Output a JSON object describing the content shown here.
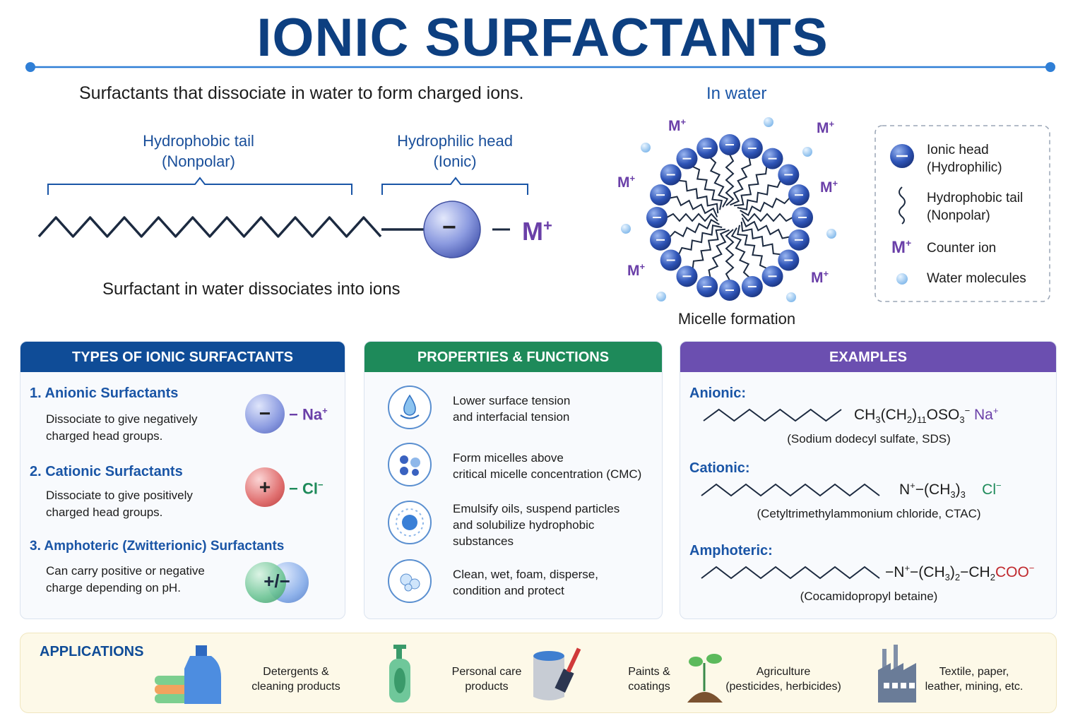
{
  "title": "IONIC SURFACTANTS",
  "subtitle": "Surfactants that dissociate in water to form charged ions.",
  "diagram": {
    "tail_label_1": "Hydrophobic tail",
    "tail_label_2": "(Nonpolar)",
    "head_label_1": "Hydrophilic head",
    "head_label_2": "(Ionic)",
    "head_charge": "−",
    "counter_ion": "M",
    "counter_ion_charge": "+",
    "caption": "Surfactant in water dissociates into ions"
  },
  "micelle": {
    "heading": "In water",
    "caption": "Micelle formation",
    "ion_label": "M",
    "ion_charge": "+",
    "head_count": 20
  },
  "legend": [
    {
      "label_1": "Ionic head",
      "label_2": "(Hydrophilic)"
    },
    {
      "label_1": "Hydrophobic tail",
      "label_2": "(Nonpolar)"
    },
    {
      "symbol": "M",
      "charge": "+",
      "label_1": "Counter ion"
    },
    {
      "label_1": "Water molecules"
    }
  ],
  "types": {
    "header": "TYPES OF IONIC SURFACTANTS",
    "color": "#0f4c97",
    "items": [
      {
        "title": "1.  Anionic Surfactants",
        "desc_1": "Dissociate to give negatively",
        "desc_2": "charged head groups.",
        "sign": "−",
        "ion": "Na",
        "ion_charge": "+",
        "ion_color": "#6a3fa8"
      },
      {
        "title": "2.  Cationic Surfactants",
        "desc_1": "Dissociate to give positively",
        "desc_2": "charged head groups.",
        "sign": "+",
        "ion": "Cl",
        "ion_charge": "−",
        "ion_color": "#1e8a5a"
      },
      {
        "title": "3.  Amphoteric (Zwitterionic) Surfactants",
        "desc_1": "Can carry positive or negative",
        "desc_2": "charge depending on pH.",
        "sign": "+/−"
      }
    ]
  },
  "properties": {
    "header": "PROPERTIES & FUNCTIONS",
    "color": "#1e8a5a",
    "items": [
      {
        "icon": "water-drop-icon",
        "lines": [
          "Lower surface tension",
          "and interfacial tension"
        ]
      },
      {
        "icon": "micelles-icon",
        "lines": [
          "Form micelles above",
          "critical micelle concentration (CMC)"
        ]
      },
      {
        "icon": "emulsify-icon",
        "lines": [
          "Emulsify oils, suspend particles",
          "and solubilize hydrophobic",
          "substances"
        ]
      },
      {
        "icon": "bubbles-icon",
        "lines": [
          "Clean, wet, foam, disperse,",
          "condition and protect"
        ]
      }
    ]
  },
  "examples": {
    "header": "EXAMPLES",
    "color": "#6b4fb0",
    "items": [
      {
        "title": "Anionic:",
        "name": "(Sodium dodecyl sulfate, SDS)",
        "formula": [
          [
            "t",
            "CH"
          ],
          [
            "sub",
            "3"
          ],
          [
            "t",
            "(CH"
          ],
          [
            "sub",
            "2"
          ],
          [
            "t",
            ")"
          ],
          [
            "sub",
            "11"
          ],
          [
            "t",
            "OSO"
          ],
          [
            "sub",
            "3"
          ],
          [
            "sup",
            "−"
          ],
          [
            "c",
            " Na",
            "#6a3fa8"
          ],
          [
            "supc",
            "+",
            "#6a3fa8"
          ]
        ]
      },
      {
        "title": "Cationic:",
        "name": "(Cetyltrimethylammonium chloride, CTAC)",
        "formula": [
          [
            "t",
            "N"
          ],
          [
            "sup",
            "+"
          ],
          [
            "t",
            "−(CH"
          ],
          [
            "sub",
            "3"
          ],
          [
            "t",
            ")"
          ],
          [
            "sub",
            "3"
          ],
          [
            "c",
            "    Cl",
            "#1e8a5a"
          ],
          [
            "supc",
            "−",
            "#1e8a5a"
          ]
        ]
      },
      {
        "title": "Amphoteric:",
        "name": "(Cocamidopropyl betaine)",
        "formula": [
          [
            "t",
            "−N"
          ],
          [
            "sup",
            "+"
          ],
          [
            "t",
            "−(CH"
          ],
          [
            "sub",
            "3"
          ],
          [
            "t",
            ")"
          ],
          [
            "sub",
            "2"
          ],
          [
            "t",
            "−CH"
          ],
          [
            "sub",
            "2"
          ],
          [
            "c",
            "COO",
            "#c0282d"
          ],
          [
            "supc",
            "−",
            "#c0282d"
          ]
        ]
      }
    ]
  },
  "applications": {
    "header": "APPLICATIONS",
    "items": [
      {
        "icon": "detergent-icon",
        "lines": [
          "Detergents &",
          "cleaning products"
        ]
      },
      {
        "icon": "pump-bottle-icon",
        "lines": [
          "Personal care",
          "products"
        ]
      },
      {
        "icon": "paint-can-icon",
        "lines": [
          "Paints &",
          "coatings"
        ]
      },
      {
        "icon": "seedling-icon",
        "lines": [
          "Agriculture",
          "(pesticides, herbicides)"
        ]
      },
      {
        "icon": "factory-icon",
        "lines": [
          "Textile, paper,",
          "leather, mining, etc."
        ]
      }
    ]
  }
}
